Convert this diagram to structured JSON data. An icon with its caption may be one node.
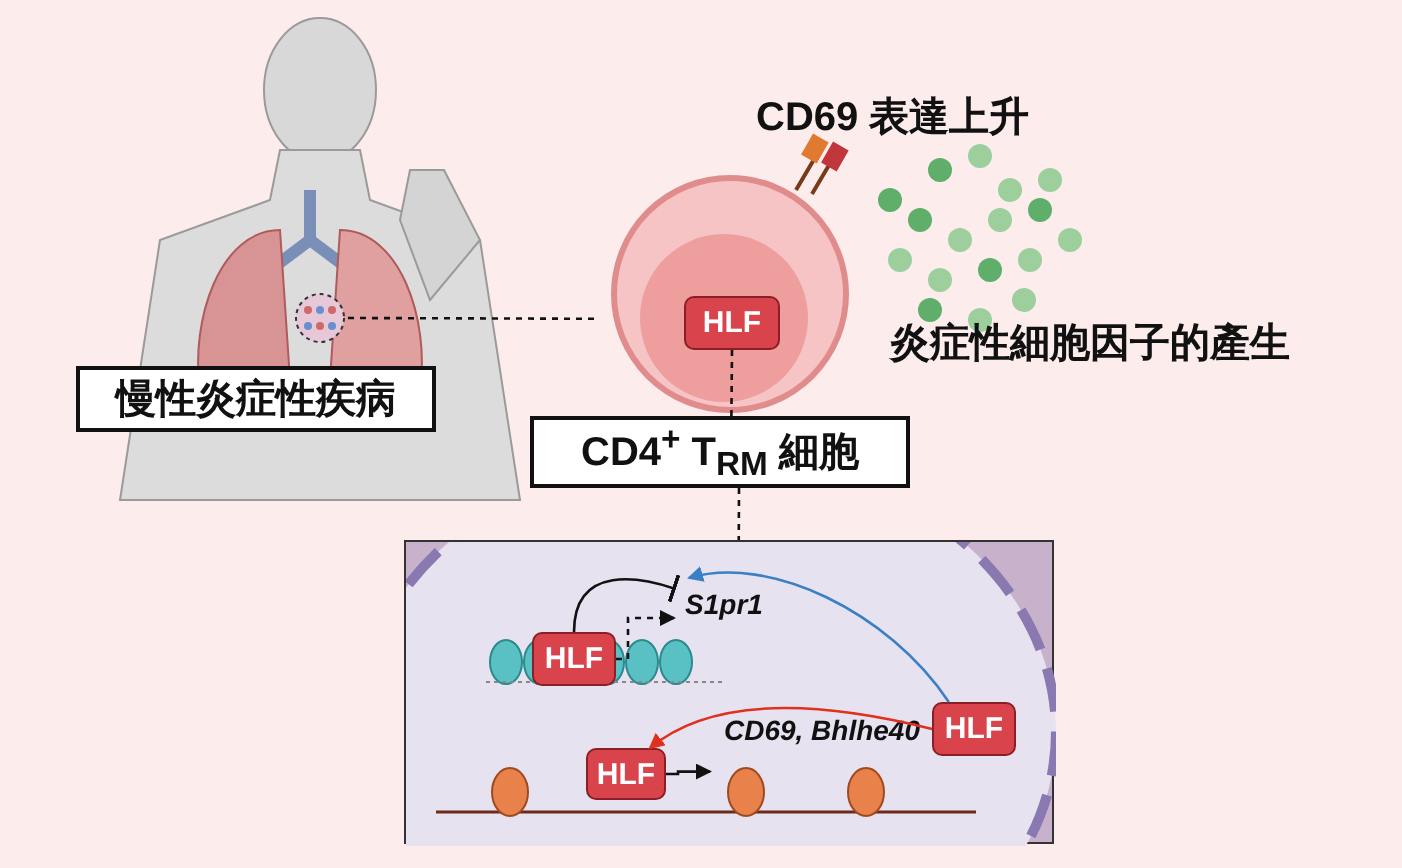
{
  "diagram": {
    "nodes": [
      {
        "text": [
          "慢性炎症性疾病"
        ]
      },
      {
        "text": [],
        "shape": "circle"
      },
      {
        "text": [],
        "shape": "picture"
      },
      {
        "text": [
          "HLF"
        ],
        "in": 2
      },
      {
        "text": [
          "CD4$^{+}$ T$_{RM}$ 細胞"
        ]
      },
      {
        "text": [],
        "shape": "box"
      },
      {
        "text": [
          "HLF"
        ],
        "in": 5
      },
      {
        "text": [
          "HLF"
        ],
        "in": 5
      },
      {
        "text": [
          "HLF"
        ],
        "in": 5
      },
      {
        "text": [
          "S1pr1"
        ],
        "in": 5
      },
      {
        "text": [
          "CD69, Bhlhe40"
        ],
        "in": 5
      }
    ],
    "edges": [
      {
        "from": 1,
        "to": 2,
        "arrow": "none",
        "style": "dashed"
      },
      {
        "from": 3,
        "to": 4,
        "arrow": "none",
        "style": "dashed"
      },
      {
        "from": 4,
        "to": 5,
        "arrow": "none",
        "style": "dashed"
      },
      {
        "from": 8,
        "to": 9,
        "arrow": "to",
        "color": "#3b7fc4"
      },
      {
        "from": 8,
        "to": 7,
        "arrow": "to",
        "color": "#e0301e"
      },
      {
        "from": 6,
        "to": 9,
        "arrow": "other"
      },
      {
        "from": 6,
        "to": 9,
        "arrow": "to",
        "style": "dashed"
      },
      {
        "from": 7,
        "to": 10,
        "arrow": "to"
      }
    ],
    "labels": [
      "CD69 表達上升",
      "炎症性細胞因子的產生"
    ]
  }
}
